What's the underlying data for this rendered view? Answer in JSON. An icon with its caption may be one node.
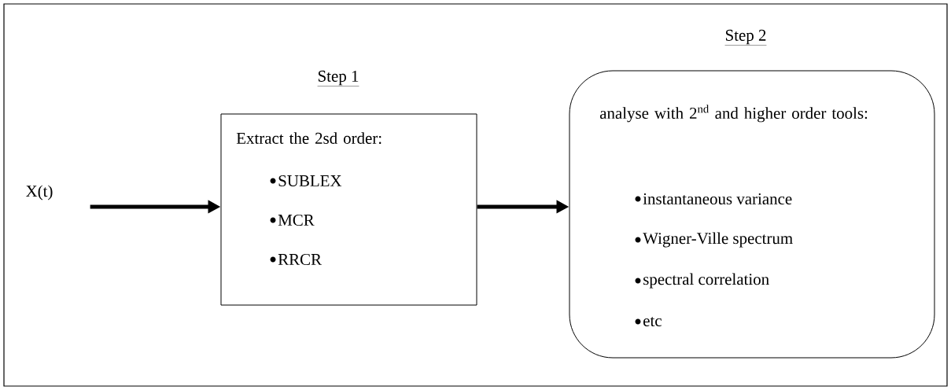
{
  "diagram": {
    "nodes": [
      {
        "text": [
          "X(t)"
        ]
      },
      {
        "text": [
          "Step 1",
          "Extract the 2sd order:",
          "SUBLEX",
          "MCR",
          "RRCR"
        ]
      },
      {
        "text": [
          "Step 2",
          "analyse with 2$^{nd}$ and higher order tools:",
          "instantaneous variance",
          "Wigner-Ville spectrum",
          "spectral correlation",
          "etc"
        ]
      }
    ],
    "edges": [
      {
        "from": 0,
        "to": 1,
        "arrow": "to"
      },
      {
        "from": 1,
        "to": 2,
        "arrow": "to"
      }
    ]
  }
}
